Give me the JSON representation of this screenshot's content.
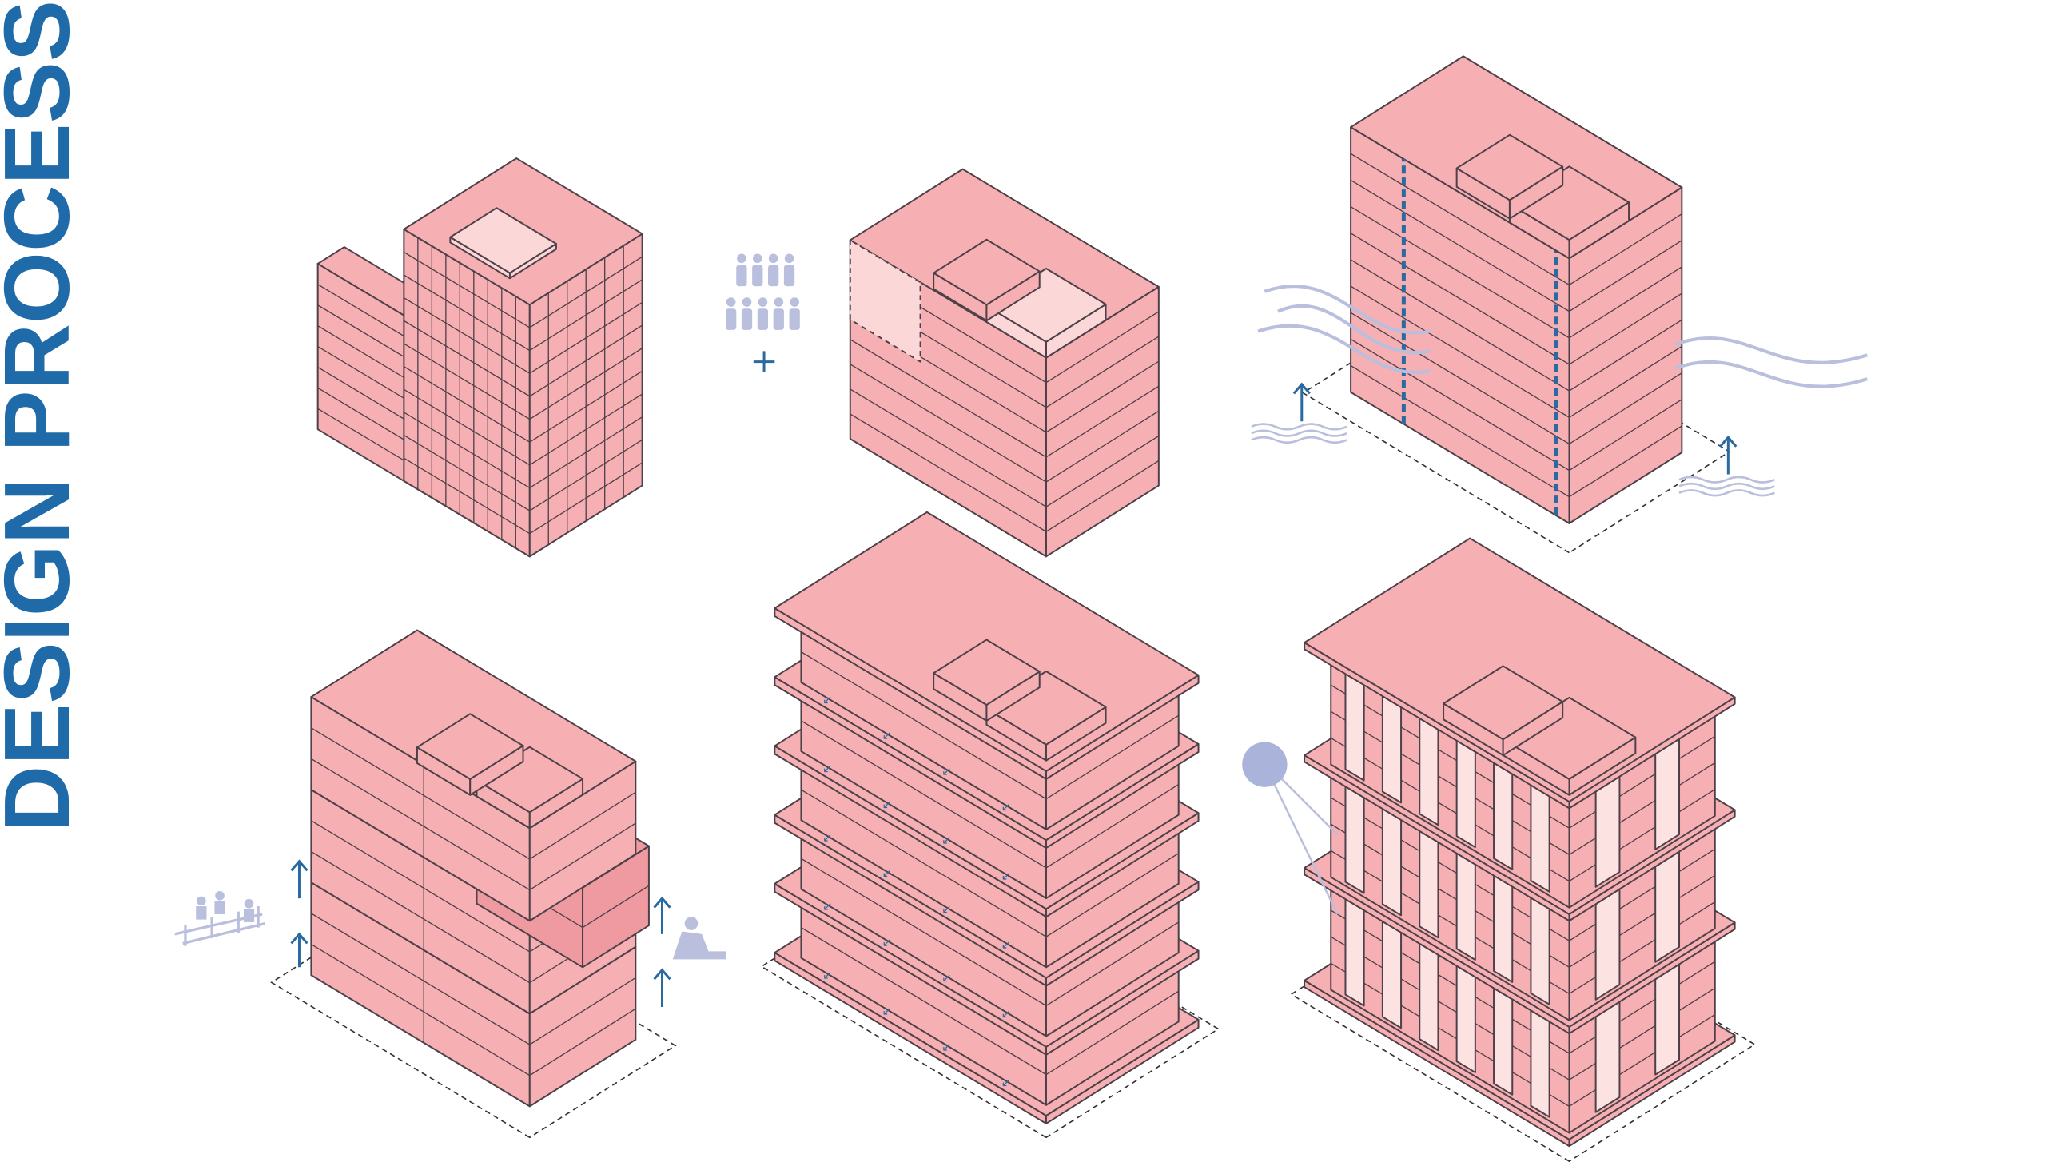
{
  "title": "DESIGN PROCESS",
  "colors": {
    "title": "#1f6aa8",
    "building_fill": "#f6b0b3",
    "building_light": "#fcd7d7",
    "building_dark": "#ef9aa0",
    "outline": "#4d4048",
    "accent_blue": "#2a6aa0",
    "icon_lavender": "#b9bfdc"
  },
  "panels": [
    {
      "name": "existing-building",
      "icons": []
    },
    {
      "name": "increased-density",
      "icons": [
        "people-icon",
        "plus-icon"
      ]
    },
    {
      "name": "resilience",
      "icons": [
        "wind-icon",
        "flood-water-icon",
        "up-arrow-icon"
      ]
    },
    {
      "name": "modular-construction",
      "icons": [
        "construction-workers-icon",
        "worker-icon",
        "up-arrow-icon"
      ]
    },
    {
      "name": "floor-plates",
      "icons": [
        "down-arrow-icon"
      ]
    },
    {
      "name": "solar-facade",
      "icons": [
        "sun-icon"
      ]
    }
  ]
}
